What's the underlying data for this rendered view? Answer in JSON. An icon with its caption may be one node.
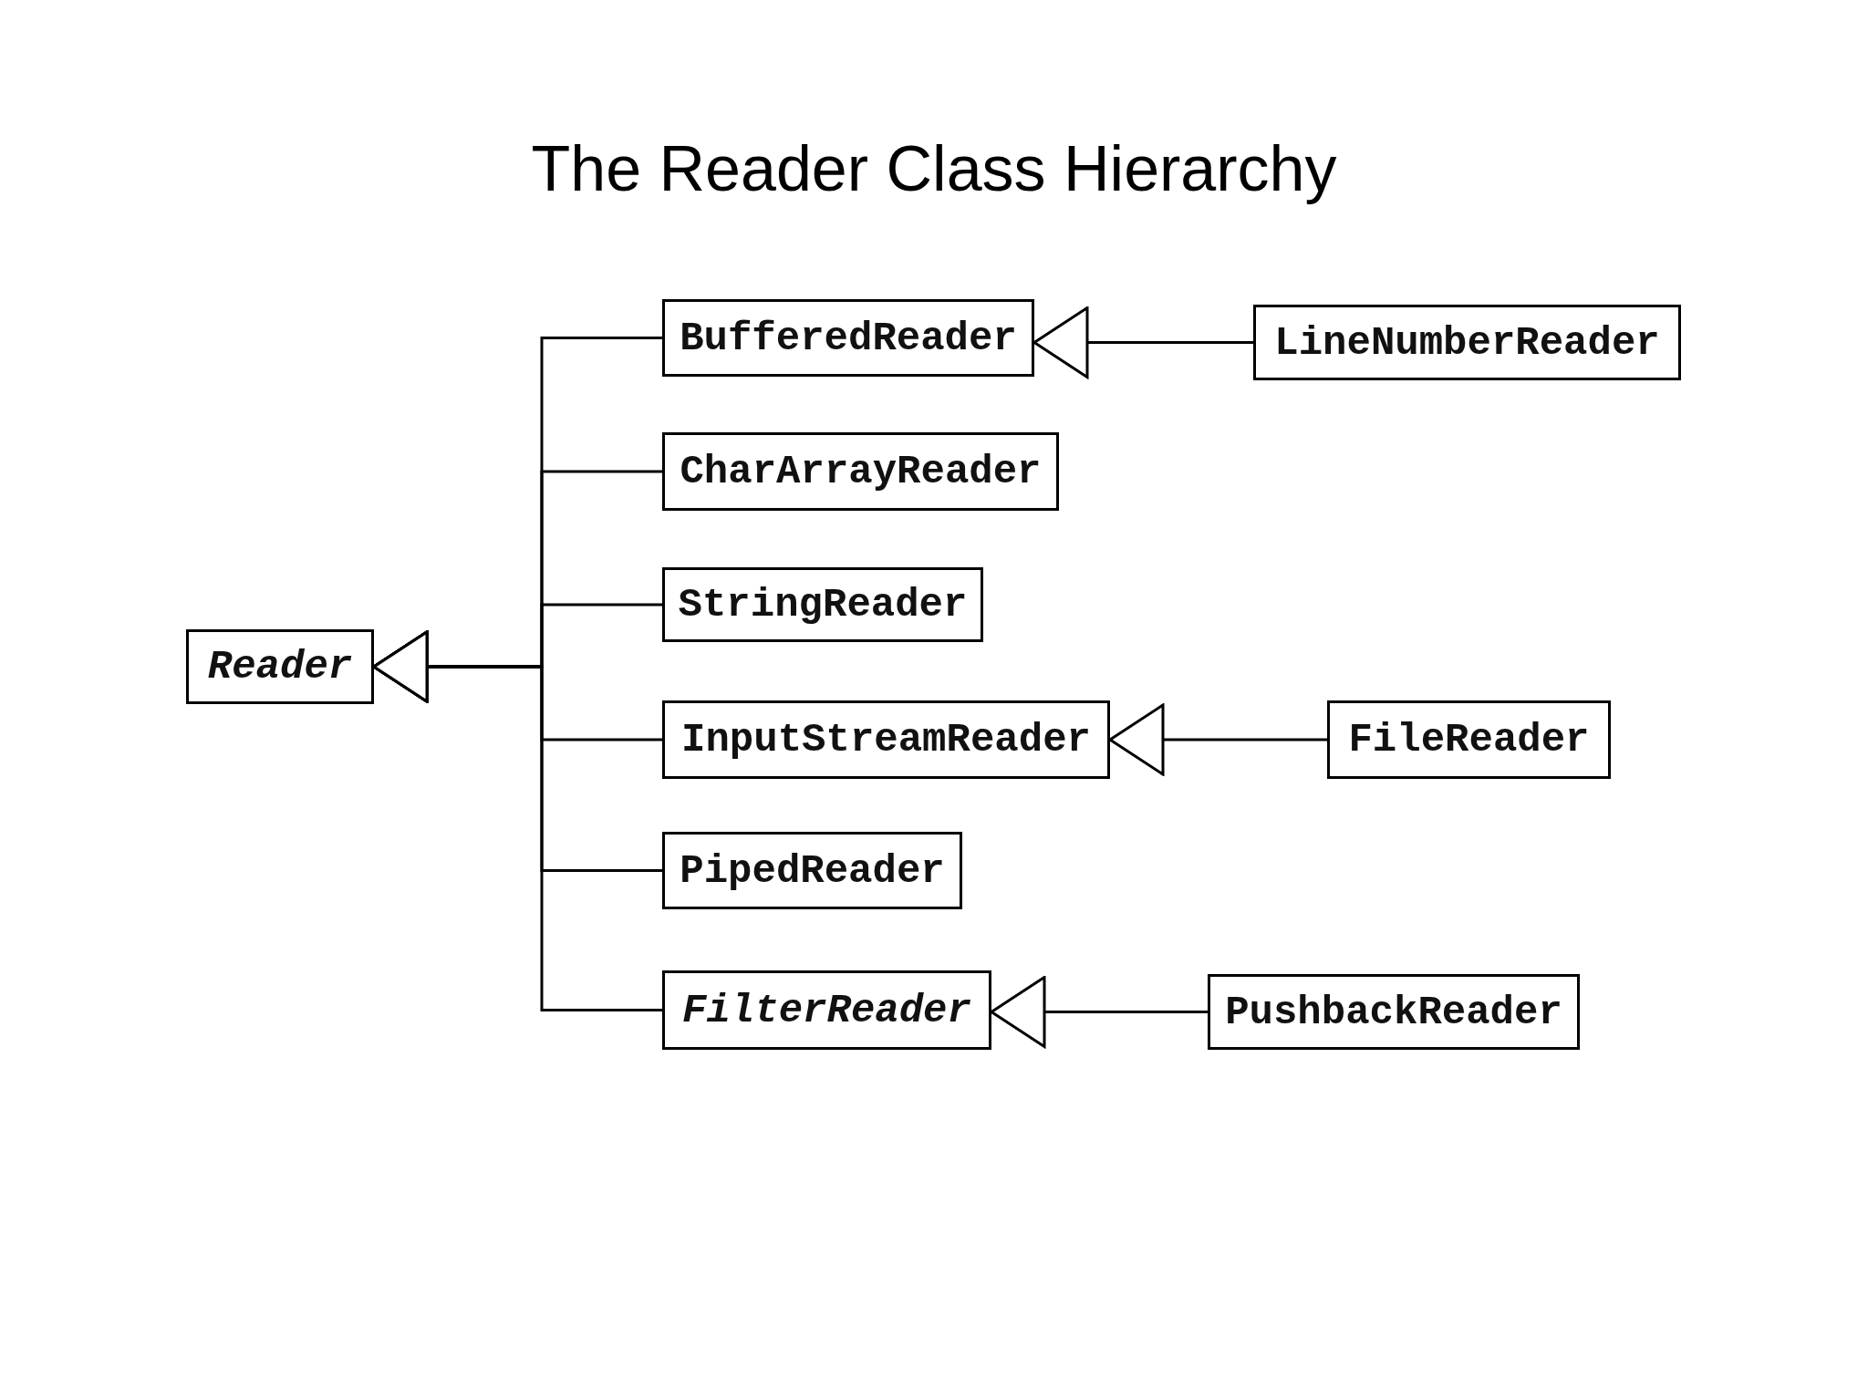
{
  "diagram": {
    "title": "The Reader Class Hierarchy",
    "nodes": [
      {
        "text": [
          "Reader"
        ]
      },
      {
        "text": [
          "BufferedReader"
        ]
      },
      {
        "text": [
          "CharArrayReader"
        ]
      },
      {
        "text": [
          "StringReader"
        ]
      },
      {
        "text": [
          "InputStreamReader"
        ]
      },
      {
        "text": [
          "PipedReader"
        ]
      },
      {
        "text": [
          "FilterReader"
        ]
      },
      {
        "text": [
          "LineNumberReader"
        ]
      },
      {
        "text": [
          "FileReader"
        ]
      },
      {
        "text": [
          "PushbackReader"
        ]
      }
    ],
    "edges": [
      {
        "from": 1,
        "to": 0,
        "arrow": "to"
      },
      {
        "from": 2,
        "to": 0,
        "arrow": "to"
      },
      {
        "from": 3,
        "to": 0,
        "arrow": "to"
      },
      {
        "from": 4,
        "to": 0,
        "arrow": "to"
      },
      {
        "from": 5,
        "to": 0,
        "arrow": "to"
      },
      {
        "from": 6,
        "to": 0,
        "arrow": "to"
      },
      {
        "from": 7,
        "to": 1,
        "arrow": "to"
      },
      {
        "from": 8,
        "to": 4,
        "arrow": "to"
      },
      {
        "from": 9,
        "to": 6,
        "arrow": "to"
      }
    ]
  }
}
